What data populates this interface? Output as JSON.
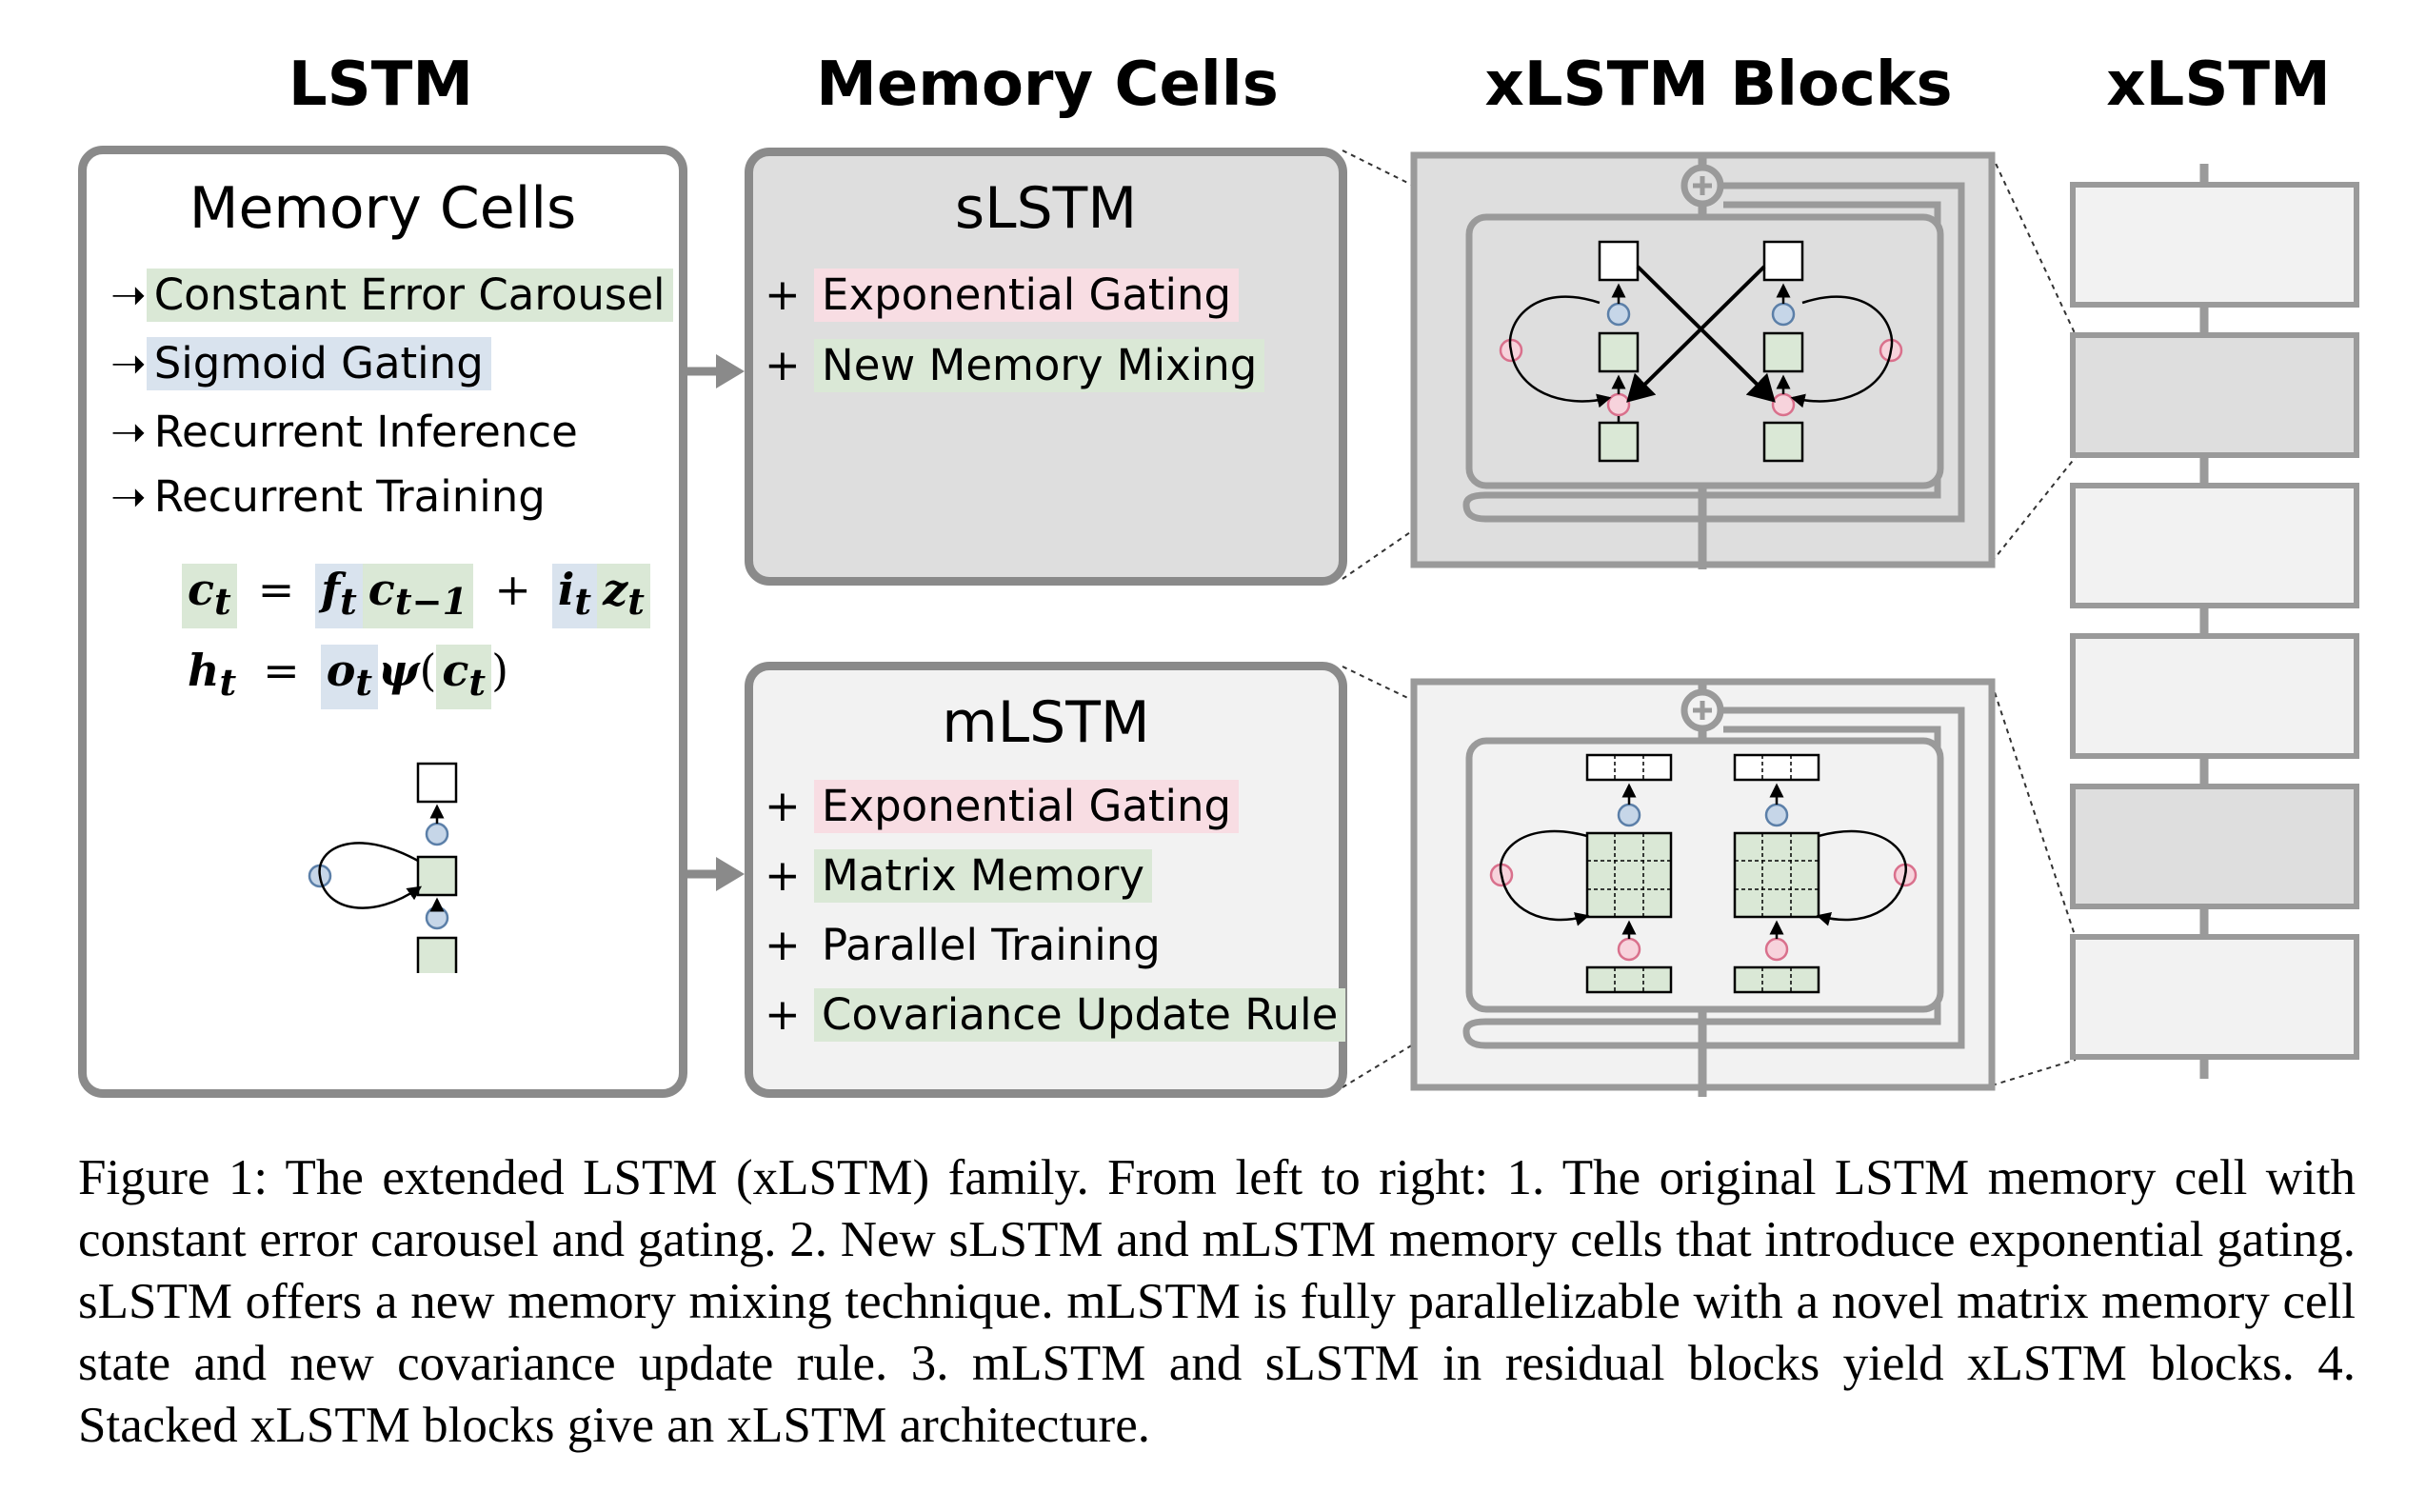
{
  "columns": {
    "lstm": "LSTM",
    "memory_cells": "Memory Cells",
    "xlstm_blocks": "xLSTM Blocks",
    "xlstm": "xLSTM"
  },
  "lstm_box": {
    "title": "Memory Cells",
    "items": [
      {
        "text": "Constant Error Carousel",
        "highlight": "#dae8d6"
      },
      {
        "text": "Sigmoid Gating",
        "highlight": "#d9e3ee"
      },
      {
        "text": "Recurrent Inference",
        "highlight": ""
      },
      {
        "text": "Recurrent Training",
        "highlight": ""
      }
    ],
    "equation1": {
      "c_t": "c",
      "t": "t",
      "f_t": "f",
      "c_prev": "c",
      "prev": "t−1",
      "i_t": "i",
      "z_t": "z"
    },
    "equation2": {
      "h_t": "h",
      "o_t": "o",
      "psi": "ψ",
      "c_t": "c"
    },
    "bullet": "➝"
  },
  "slstm_box": {
    "title": "sLSTM",
    "items": [
      {
        "text": "Exponential Gating",
        "highlight": "#f8dde3"
      },
      {
        "text": "New Memory Mixing",
        "highlight": "#dae8d6"
      }
    ]
  },
  "mlstm_box": {
    "title": "mLSTM",
    "items": [
      {
        "text": "Exponential Gating",
        "highlight": "#f8dde3"
      },
      {
        "text": "Matrix Memory",
        "highlight": "#dae8d6"
      },
      {
        "text": "Parallel Training",
        "highlight": ""
      },
      {
        "text": "Covariance Update Rule",
        "highlight": "#dae8d6"
      }
    ],
    "bullet": "+"
  },
  "xlstm_stack": {
    "blocks": [
      "light",
      "dark",
      "light",
      "light",
      "dark",
      "light"
    ]
  },
  "colors": {
    "border_gray": "#8a8a8a",
    "slstm_fill": "#dedede",
    "mlstm_fill": "#f2f2f2",
    "green_cell": "#dae8d6",
    "blue_gate": "#c6d6e8",
    "pink_gate": "#f7d3dc",
    "pink_stroke": "#d9708c",
    "blue_stroke": "#5b7fa8"
  },
  "caption": "Figure 1: The extended LSTM (xLSTM) family. From left to right: 1. The original LSTM memory cell with constant error carousel and gating. 2. New sLSTM and mLSTM memory cells that introduce exponential gating. sLSTM offers a new memory mixing technique. mLSTM is fully parallelizable with a novel matrix memory cell state and new covariance update rule. 3. mLSTM and sLSTM in residual blocks yield xLSTM blocks. 4. Stacked xLSTM blocks give an xLSTM architecture."
}
